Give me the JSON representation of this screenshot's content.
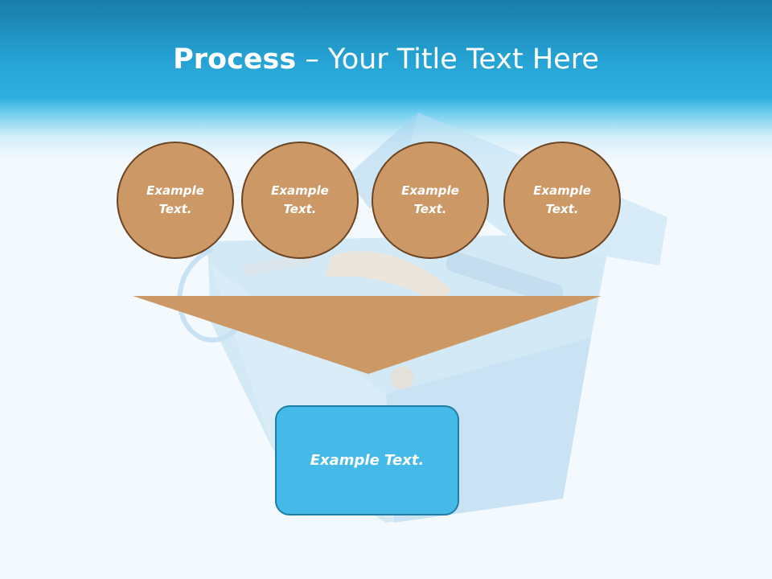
{
  "title": {
    "bold": "Process",
    "rest": " – Your Title Text Here"
  },
  "steps": [
    {
      "label": "Example Text."
    },
    {
      "label": "Example Text."
    },
    {
      "label": "Example Text."
    },
    {
      "label": "Example Text."
    }
  ],
  "result": {
    "label": "Example Text."
  },
  "colors": {
    "header": "#24a1d2",
    "circle_fill": "#cc9966",
    "circle_border": "#6b4423",
    "funnel": "#cc9966",
    "box_fill": "#45bae8",
    "box_border": "#1f7ea6"
  }
}
